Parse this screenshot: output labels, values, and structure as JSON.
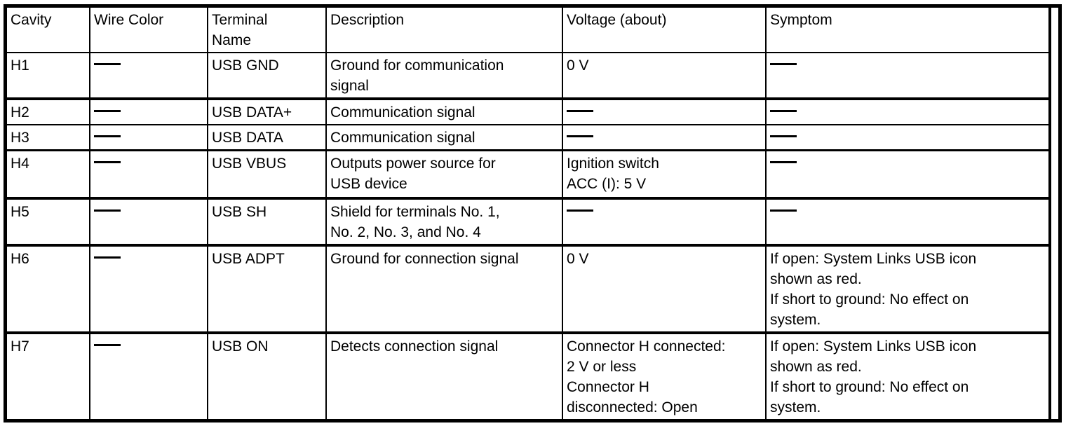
{
  "table": {
    "dash": "—",
    "ink_color": "#000000",
    "background_color": "#ffffff",
    "column_keys": [
      "cavity",
      "wire_color",
      "terminal_name",
      "description",
      "voltage",
      "symptom"
    ],
    "columns": [
      {
        "key": "cavity",
        "label": "Cavity"
      },
      {
        "key": "wire_color",
        "label": "Wire Color"
      },
      {
        "key": "terminal_name",
        "label": "Terminal\nName"
      },
      {
        "key": "description",
        "label": "Description"
      },
      {
        "key": "voltage",
        "label": "Voltage (about)"
      },
      {
        "key": "symptom",
        "label": "Symptom"
      }
    ],
    "rows": [
      {
        "cavity": "H1",
        "wire_color": "—",
        "terminal_name": "USB GND",
        "description": "Ground for communication\nsignal",
        "voltage": "0 V",
        "symptom": "—"
      },
      {
        "cavity": "H2",
        "wire_color": "—",
        "terminal_name": "USB DATA+",
        "description": "Communication signal",
        "voltage": "—",
        "symptom": "—"
      },
      {
        "cavity": "H3",
        "wire_color": "—",
        "terminal_name": "USB DATA",
        "description": "Communication signal",
        "voltage": "—",
        "symptom": "—"
      },
      {
        "cavity": "H4",
        "wire_color": "—",
        "terminal_name": "USB VBUS",
        "description": "Outputs power source for\nUSB device",
        "voltage": "Ignition switch\nACC (I): 5 V",
        "symptom": "—"
      },
      {
        "cavity": "H5",
        "wire_color": "—",
        "terminal_name": "USB SH",
        "description": "Shield for terminals No. 1,\nNo. 2, No. 3, and No. 4",
        "voltage": "—",
        "symptom": "—"
      },
      {
        "cavity": "H6",
        "wire_color": "—",
        "terminal_name": "USB ADPT",
        "description": "Ground for connection signal",
        "voltage": "0 V",
        "symptom": "If open: System Links USB icon\nshown as red.\nIf short to ground: No effect on\nsystem."
      },
      {
        "cavity": "H7",
        "wire_color": "—",
        "terminal_name": "USB ON",
        "description": "Detects connection signal",
        "voltage": "Connector H connected:\n2 V or less\nConnector H\ndisconnected: Open",
        "symptom": "If open: System Links USB icon\nshown as red.\nIf short to ground: No effect on\nsystem."
      }
    ]
  }
}
